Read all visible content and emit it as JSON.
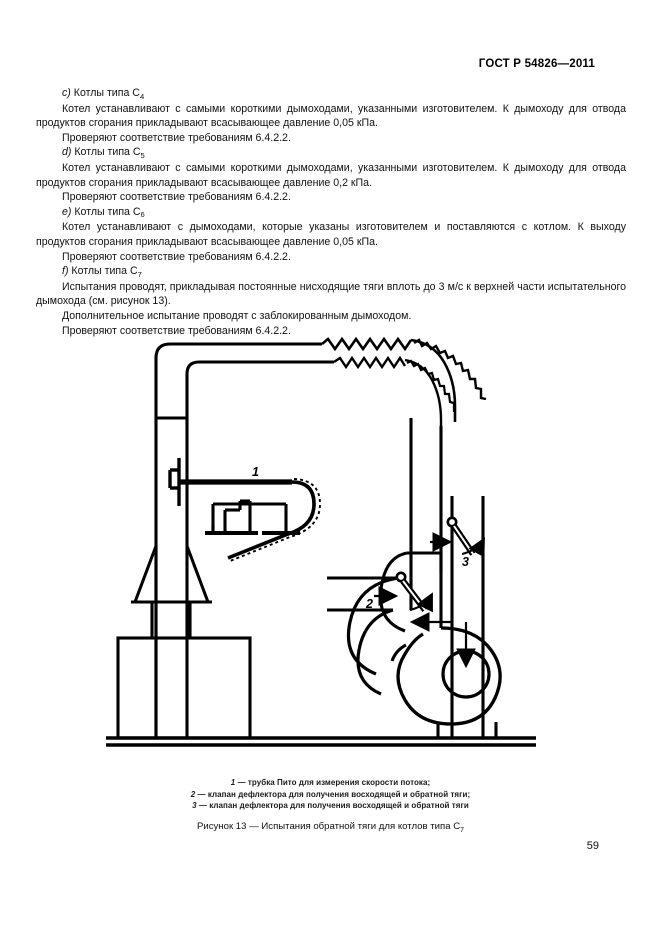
{
  "header": {
    "standard": "ГОСТ Р 54826—2011"
  },
  "body": {
    "paragraphs": [
      {
        "marker": "c)",
        "text": " Котлы типа C",
        "sub": "4",
        "kind": "item"
      },
      {
        "text": "Котел устанавливают с самыми короткими дымоходами, указанными изготовителем. К дымоходу для отвода продуктов сгорания прикладывают всасывающее давление 0,05 кПа.",
        "kind": "plain"
      },
      {
        "text": "Проверяют соответствие требованиям 6.4.2.2.",
        "kind": "plain"
      },
      {
        "marker": "d)",
        "text": " Котлы типа C",
        "sub": "5",
        "kind": "item"
      },
      {
        "text": "Котел устанавливают с самыми короткими дымоходами, указанными изготовителем. К дымоходу для отвода продуктов сгорания прикладывают всасывающее давление 0,2 кПа.",
        "kind": "plain"
      },
      {
        "text": "Проверяют соответствие требованиям 6.4.2.2.",
        "kind": "plain"
      },
      {
        "marker": "e)",
        "text": " Котлы типа C",
        "sub": "6",
        "kind": "item"
      },
      {
        "text": "Котел устанавливают с дымоходами, которые указаны изготовителем и поставляются с котлом. К выходу продуктов сгорания прикладывают всасывающее давление 0,05 кПа.",
        "kind": "plain"
      },
      {
        "text": "Проверяют соответствие требованиям 6.4.2.2.",
        "kind": "plain"
      },
      {
        "marker": "f)",
        "text": " Котлы типа C",
        "sub": "7",
        "kind": "item"
      },
      {
        "text": "Испытания проводят, прикладывая постоянные нисходящие тяги вплоть до 3 м/с к верхней части испытательного дымохода (см. рисунок 13).",
        "kind": "plain"
      },
      {
        "text": "Дополнительное испытание проводят с заблокированным дымоходом.",
        "kind": "plain"
      },
      {
        "text": "Проверяют соответствие требованиям 6.4.2.2.",
        "kind": "plain"
      }
    ]
  },
  "figure": {
    "callouts": {
      "one": "1",
      "two": "2",
      "three": "3"
    },
    "legend": [
      {
        "num": "1",
        "dash": " — ",
        "text": "трубка Пито для измерения скорости потока;"
      },
      {
        "num": "2",
        "dash": " — ",
        "text": "клапан дефлектора для получения восходящей и обратной тяги;"
      },
      {
        "num": "3",
        "dash": " — ",
        "text": "клапан дефлектора для получения восходящей и обратной тяги"
      }
    ],
    "caption": {
      "prefix": "Рисунок 13 — Испытания обратной тяги для котлов типа C",
      "sub": "7"
    }
  },
  "footer": {
    "page_number": "59"
  },
  "colors": {
    "ink": "#000000",
    "paper": "#ffffff"
  }
}
